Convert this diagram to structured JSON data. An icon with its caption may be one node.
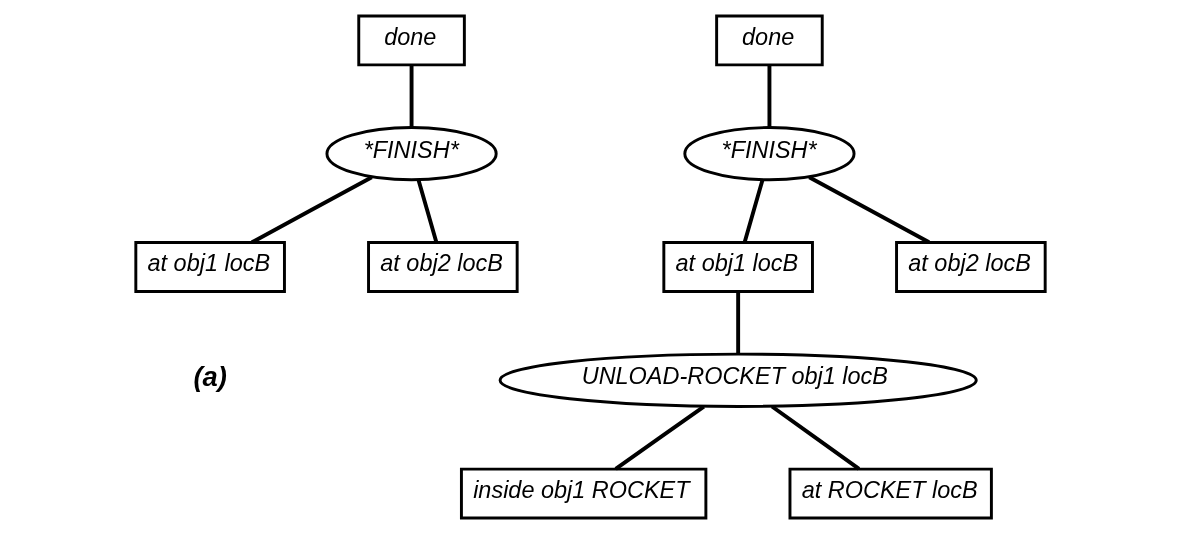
{
  "diagram": {
    "nodes": [
      {
        "text": [
          "done"
        ]
      },
      {
        "text": [
          "*FINISH*"
        ]
      },
      {
        "text": [
          "at obj1 locB"
        ]
      },
      {
        "text": [
          "at obj2 locB"
        ]
      },
      {
        "text": [
          "done"
        ]
      },
      {
        "text": [
          "*FINISH*"
        ]
      },
      {
        "text": [
          "at obj1 locB"
        ]
      },
      {
        "text": [
          "at obj2 locB"
        ]
      },
      {
        "text": [
          "UNLOAD-ROCKET obj1 locB"
        ]
      },
      {
        "text": [
          "inside obj1 ROCKET"
        ]
      },
      {
        "text": [
          "at ROCKET locB"
        ]
      }
    ],
    "edges": [
      {
        "from": 0,
        "to": 1,
        "arrow": "none"
      },
      {
        "from": 1,
        "to": 2,
        "arrow": "none"
      },
      {
        "from": 1,
        "to": 3,
        "arrow": "none"
      },
      {
        "from": 4,
        "to": 5,
        "arrow": "none"
      },
      {
        "from": 5,
        "to": 6,
        "arrow": "none"
      },
      {
        "from": 5,
        "to": 7,
        "arrow": "none"
      },
      {
        "from": 6,
        "to": 8,
        "arrow": "none"
      },
      {
        "from": 8,
        "to": 9,
        "arrow": "none"
      },
      {
        "from": 8,
        "to": 10,
        "arrow": "none"
      }
    ],
    "labels": [
      "(a)"
    ]
  }
}
